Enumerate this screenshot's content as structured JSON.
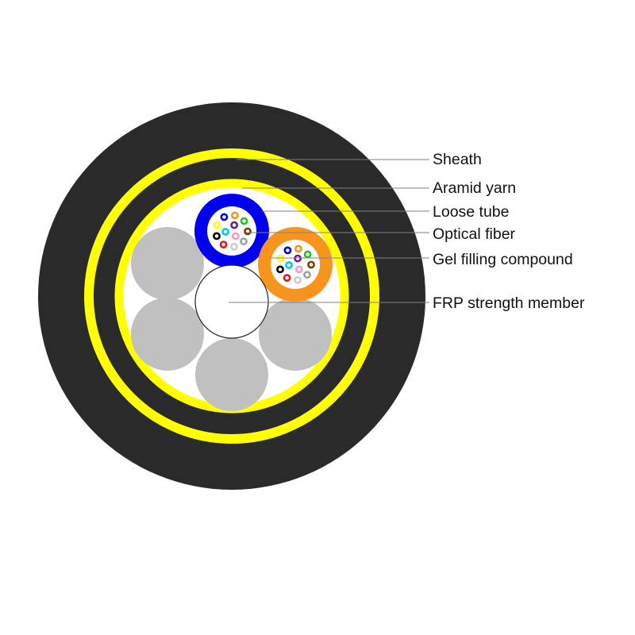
{
  "labels": {
    "sheath": "Sheath",
    "aramid_yarn": "Aramid yarn",
    "loose_tube": "Loose tube",
    "optical_fiber": "Optical fiber",
    "gel_filling_compound": "Gel filling compound",
    "frp_strength_member": "FRP strength member"
  },
  "colors": {
    "sheath": "#2a2a2a",
    "aramid_yarn": "#ffff00",
    "filler_rod": "#c0c0c0",
    "tube_blue": "#0000ee",
    "tube_orange": "#f7941d",
    "core": "#ffffff",
    "fiber_colors": [
      "#0000ee",
      "#f7941d",
      "#22c022",
      "#7b3f00",
      "#a0a0a0",
      "#ffffff",
      "#ee1111",
      "#000000",
      "#ffff00",
      "#6a1b9a",
      "#f49ac2",
      "#00c8e6"
    ]
  }
}
